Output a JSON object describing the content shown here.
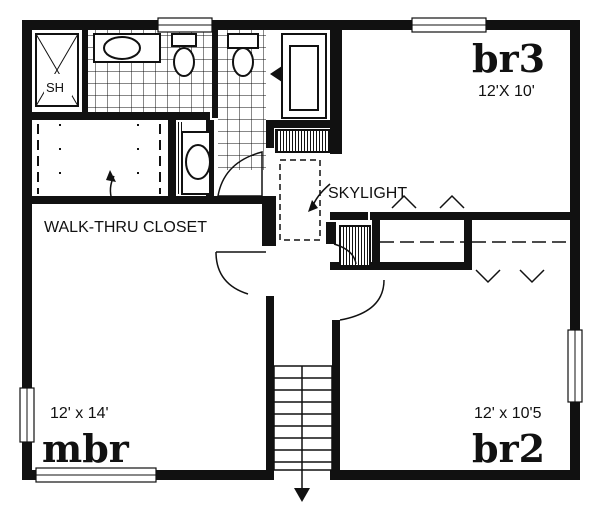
{
  "rooms": {
    "shower": {
      "label": "SH"
    },
    "br3": {
      "name": "br3",
      "dims": "12'X 10'"
    },
    "closet": {
      "label": "WALK-THRU CLOSET"
    },
    "skylight": {
      "label": "SKYLIGHT"
    },
    "mbr": {
      "name": "mbr",
      "dims": "12' x 14'"
    },
    "br2": {
      "name": "br2",
      "dims": "12' x 10'5"
    }
  },
  "colors": {
    "wall": "#111111",
    "background": "#ffffff"
  }
}
